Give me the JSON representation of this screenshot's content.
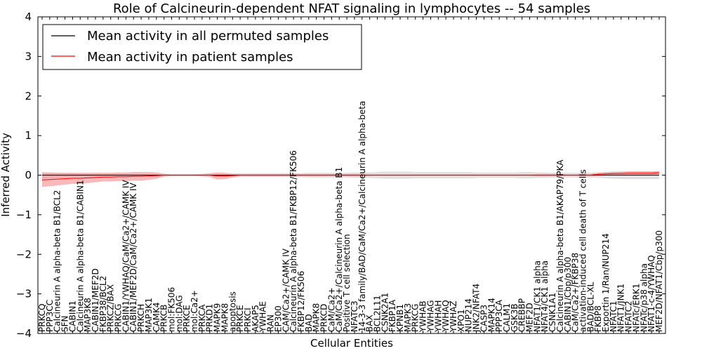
{
  "chart_data": {
    "type": "line",
    "title": "Role of Calcineurin-dependent NFAT signaling in lymphocytes -- 54 samples",
    "xlabel": "Cellular Entities",
    "ylabel": "Inferred Activity",
    "ylim": [
      -4,
      4
    ],
    "yticks": [
      "−4",
      "−3",
      "−2",
      "−1",
      "0",
      "1",
      "2",
      "3",
      "4"
    ],
    "grid": false,
    "legend_position": "top-left",
    "categories": [
      "PRKCQ",
      "PPP3CC",
      "Calcineurin A alpha-beta B1/BCL2",
      "SFN",
      "CABIN1",
      "Calcineurin A alpha-beta B1/CABIN1",
      "MAP3K8",
      "CABIN1/MEF2D",
      "FKBP38/BCL2",
      "PRKCZ/BAX",
      "PRKCG",
      "CABIN1/YWHAQ/CaM/Ca2+/CAMK IV",
      "CABIN1/MEF2D/CaM/Ca2+/CAMK IV",
      "PRKCH",
      "MAP3K1",
      "CAMK4",
      "PRKCB",
      "mol:FK506",
      "mol:DAG",
      "PRKCE",
      "mol:Ca2+",
      "PRKCA",
      "PRKD1",
      "MAPK9",
      "MAPK8",
      "apoptosis",
      "PRKCE",
      "PRKCI",
      "AKAP5",
      "YWHAE",
      "RAN",
      "EP300",
      "CAM/Ca2+/CAMK IV",
      "Calcineurin A alpha-beta B1/FKBP12/FK506",
      "FKBP12/FK506",
      "BAD",
      "MAPK8",
      "PRKCD",
      "CaM/Ca2+",
      "CaM/Ca2+/Calcineurin A alpha-beta B1",
      "Positive T cell selection",
      "NFATC3",
      "14-3-3 family/BAD/CaM/Ca2+/Calcineurin A alpha-beta",
      "BAX",
      "BCL2L11",
      "CSNK2A1",
      "FKBP1A",
      "KPNB1",
      "MAPK3",
      "PRKCG",
      "YWHAB",
      "YWHAG",
      "YWHAH",
      "YWHAQ",
      "YWHAZ",
      "XPO1",
      "NUP214",
      "JNK2/NFAT4",
      "CASP3",
      "MAPK14",
      "PPP3CA",
      "CALM1",
      "GSK3B",
      "CREBBP",
      "MEF2D",
      "NFAT1/CK1 alpha",
      "NFAT4/CK1 alpha",
      "CSNK1A1",
      "Calcineurin A alpha-beta B1/AKAP79/PKA",
      "CABIN1/Cbp/p300",
      "CaM/Ca2+/FKBP38",
      "activation-induced cell death of T cells",
      "BAD/BCL-XL",
      "FKBP8",
      "Exportin 1/Ran/NUP214",
      "NFATC1",
      "NFAT1/JNK1",
      "NFATC2",
      "NFATc/ERK1",
      "NFATc/p38 alpha",
      "NFAT1-c-4/YWHAQ",
      "MEF2D/NFAT1/Cbp/p300"
    ],
    "series": [
      {
        "name": "Mean activity in all permuted samples",
        "color": "#000000",
        "band_color": "#999999",
        "values": [
          0,
          0,
          0,
          0,
          0,
          0,
          0,
          0,
          0,
          0,
          0,
          0,
          0,
          0,
          0,
          0,
          0,
          0,
          0,
          0,
          0,
          0,
          0,
          0,
          0,
          0,
          0,
          0,
          0,
          0,
          0,
          0,
          0,
          0,
          0,
          0,
          0,
          0,
          0,
          0,
          0,
          0,
          0,
          0,
          0,
          0,
          0,
          0,
          0,
          0,
          0,
          0,
          0,
          0,
          0,
          0,
          0,
          0,
          0,
          0,
          0,
          0,
          0,
          0,
          0,
          0,
          0,
          0,
          0,
          0,
          0,
          0,
          0,
          0,
          0,
          0,
          0,
          0,
          0,
          0,
          0,
          0
        ],
        "band": [
          0.08,
          0.07,
          0.06,
          0.05,
          0.05,
          0.04,
          0.04,
          0.04,
          0.04,
          0.04,
          0.04,
          0.03,
          0.03,
          0.03,
          0.03,
          0.03,
          0.03,
          0.03,
          0.03,
          0.03,
          0.03,
          0.03,
          0.03,
          0.03,
          0.03,
          0.03,
          0.03,
          0.03,
          0.03,
          0.03,
          0.03,
          0.03,
          0.03,
          0.04,
          0.05,
          0.06,
          0.06,
          0.06,
          0.06,
          0.05,
          0.06,
          0.07,
          0.07,
          0.07,
          0.08,
          0.09,
          0.09,
          0.09,
          0.09,
          0.08,
          0.08,
          0.08,
          0.08,
          0.08,
          0.08,
          0.08,
          0.08,
          0.07,
          0.07,
          0.07,
          0.07,
          0.07,
          0.07,
          0.08,
          0.08,
          0.07,
          0.07,
          0.06,
          0.06,
          0.06,
          0.06,
          0.06,
          0.06,
          0.07,
          0.08,
          0.09,
          0.1,
          0.1,
          0.1,
          0.1,
          0.1,
          0.1
        ]
      },
      {
        "name": "Mean activity in patient samples",
        "color": "#ff0000",
        "band_color": "#f08080",
        "values": [
          -0.12,
          -0.11,
          -0.1,
          -0.09,
          -0.08,
          -0.08,
          -0.07,
          -0.06,
          -0.05,
          -0.05,
          -0.04,
          -0.04,
          -0.03,
          -0.03,
          -0.02,
          -0.01,
          0,
          0,
          0,
          0,
          0,
          0,
          0,
          -0.02,
          -0.02,
          -0.01,
          0,
          0,
          0,
          0,
          0,
          0,
          0,
          0,
          0,
          0,
          0,
          0,
          0,
          0,
          0,
          0,
          0,
          0,
          0,
          0,
          0,
          0,
          0,
          0,
          0,
          0,
          0,
          0,
          0,
          0,
          0,
          0,
          0,
          0,
          0,
          0,
          0,
          0,
          0,
          0,
          0,
          0,
          0,
          0,
          0,
          0,
          0,
          0.02,
          0.03,
          0.04,
          0.04,
          0.05,
          0.05,
          0.05,
          0.05,
          0.06
        ],
        "band": [
          0.18,
          0.17,
          0.16,
          0.15,
          0.14,
          0.14,
          0.13,
          0.12,
          0.11,
          0.11,
          0.11,
          0.11,
          0.11,
          0.11,
          0.1,
          0.08,
          0.04,
          0.02,
          0.02,
          0.02,
          0.02,
          0.03,
          0.05,
          0.09,
          0.08,
          0.05,
          0.04,
          0.04,
          0.04,
          0.04,
          0.04,
          0.04,
          0.04,
          0.04,
          0.03,
          0.03,
          0.03,
          0.03,
          0.03,
          0.03,
          0.03,
          0.03,
          0.03,
          0.02,
          0.02,
          0.02,
          0.02,
          0.02,
          0.02,
          0.02,
          0.02,
          0.02,
          0.02,
          0.02,
          0.02,
          0.02,
          0.02,
          0.02,
          0.02,
          0.02,
          0.02,
          0.02,
          0.02,
          0.02,
          0.02,
          0.03,
          0.03,
          0.03,
          0.03,
          0.02,
          0.02,
          0.03,
          0.03,
          0.04,
          0.04,
          0.04,
          0.04,
          0.04,
          0.04,
          0.04,
          0.04,
          0.04
        ]
      }
    ]
  }
}
